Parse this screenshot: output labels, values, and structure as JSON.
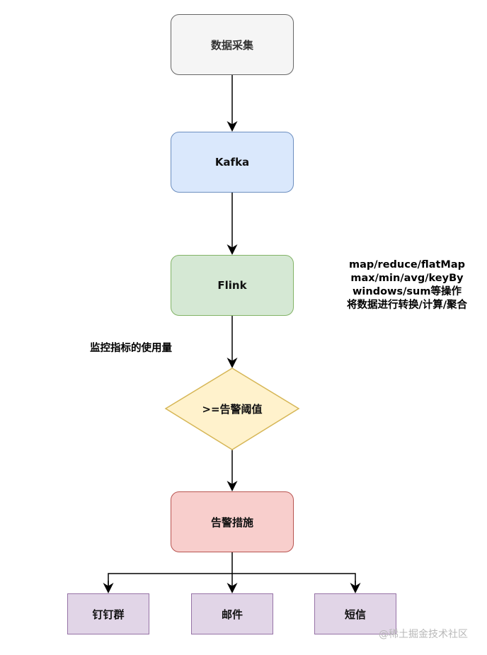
{
  "nodes": {
    "collect": "数据采集",
    "kafka": "Kafka",
    "flink": "Flink",
    "threshold": ">=告警阈值",
    "action": "告警措施",
    "dingtalk": "钉钉群",
    "email": "邮件",
    "sms": "短信"
  },
  "notes": {
    "ops": [
      "map/reduce/flatMap",
      "max/min/avg/keyBy",
      "windows/sum等操作",
      "将数据进行转换/计算/聚合"
    ],
    "metric": "监控指标的使用量"
  },
  "watermark": "@稀土掘金技术社区",
  "colors": {
    "collect_fill": "#f5f5f5",
    "kafka_fill": "#dae8fc",
    "flink_fill": "#d5e8d4",
    "threshold_fill": "#fff2cc",
    "action_fill": "#f8cecc",
    "leaf_fill": "#e1d5e7"
  }
}
